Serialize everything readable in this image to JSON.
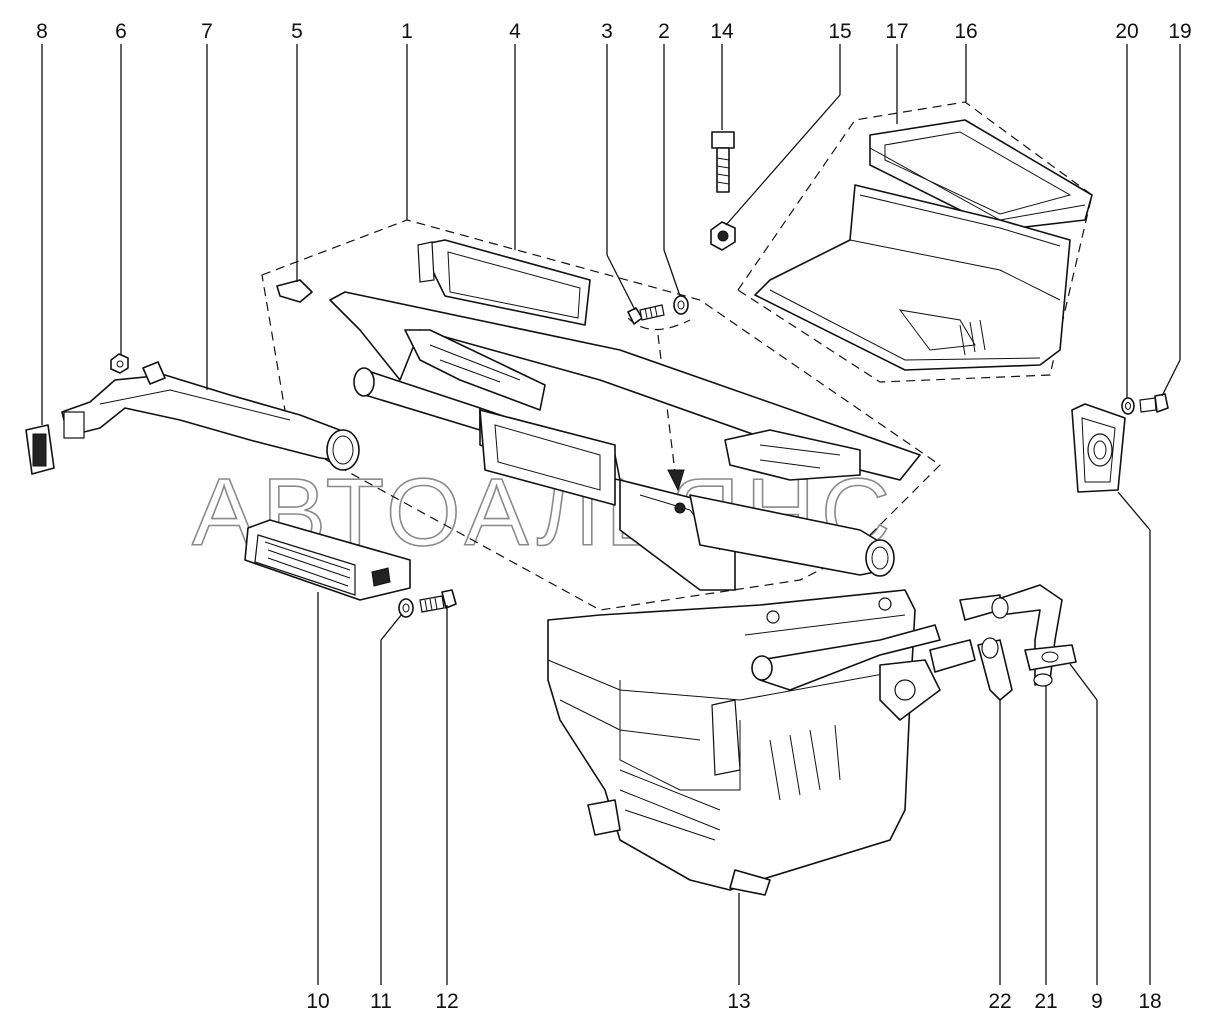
{
  "watermark": "АВТОАЛЬЯНС",
  "callouts_top": [
    "8",
    "6",
    "7",
    "5",
    "1",
    "4",
    "3",
    "2",
    "14",
    "15",
    "17",
    "16",
    "20",
    "19"
  ],
  "callouts_bottom": [
    "10",
    "11",
    "12",
    "13",
    "22",
    "21",
    "9",
    "18"
  ]
}
